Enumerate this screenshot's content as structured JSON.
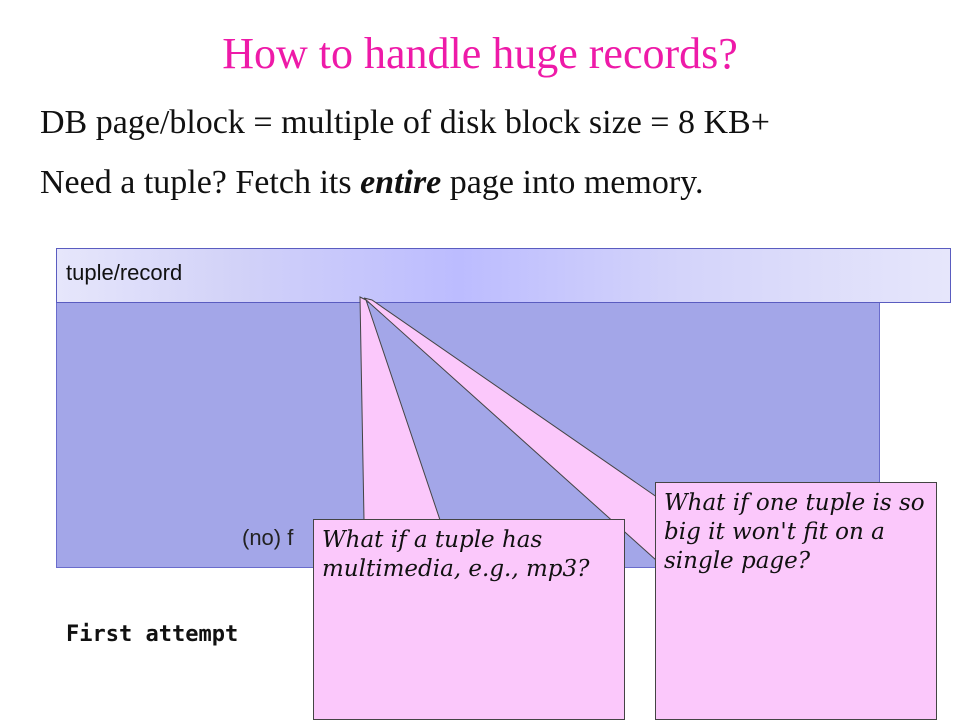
{
  "slide": {
    "title": "How to handle huge records?",
    "line1": "DB page/block = multiple of disk block size = 8 KB+",
    "line2_pre": "Need a tuple?  Fetch its ",
    "line2_em": "entire",
    "line2_post": " page into memory.",
    "tuple_label": "tuple/record",
    "page_label": "(no) f",
    "first_attempt": "First attempt"
  },
  "notes": [
    {
      "text": "What if a tuple has multimedia, e.g., mp3?"
    },
    {
      "text": "What if one tuple is so big it won't fit on a single page?"
    }
  ],
  "colors": {
    "title": "#ee1aa8",
    "page_fill": "#a3a6e8",
    "note_fill": "#fbc8fb"
  }
}
